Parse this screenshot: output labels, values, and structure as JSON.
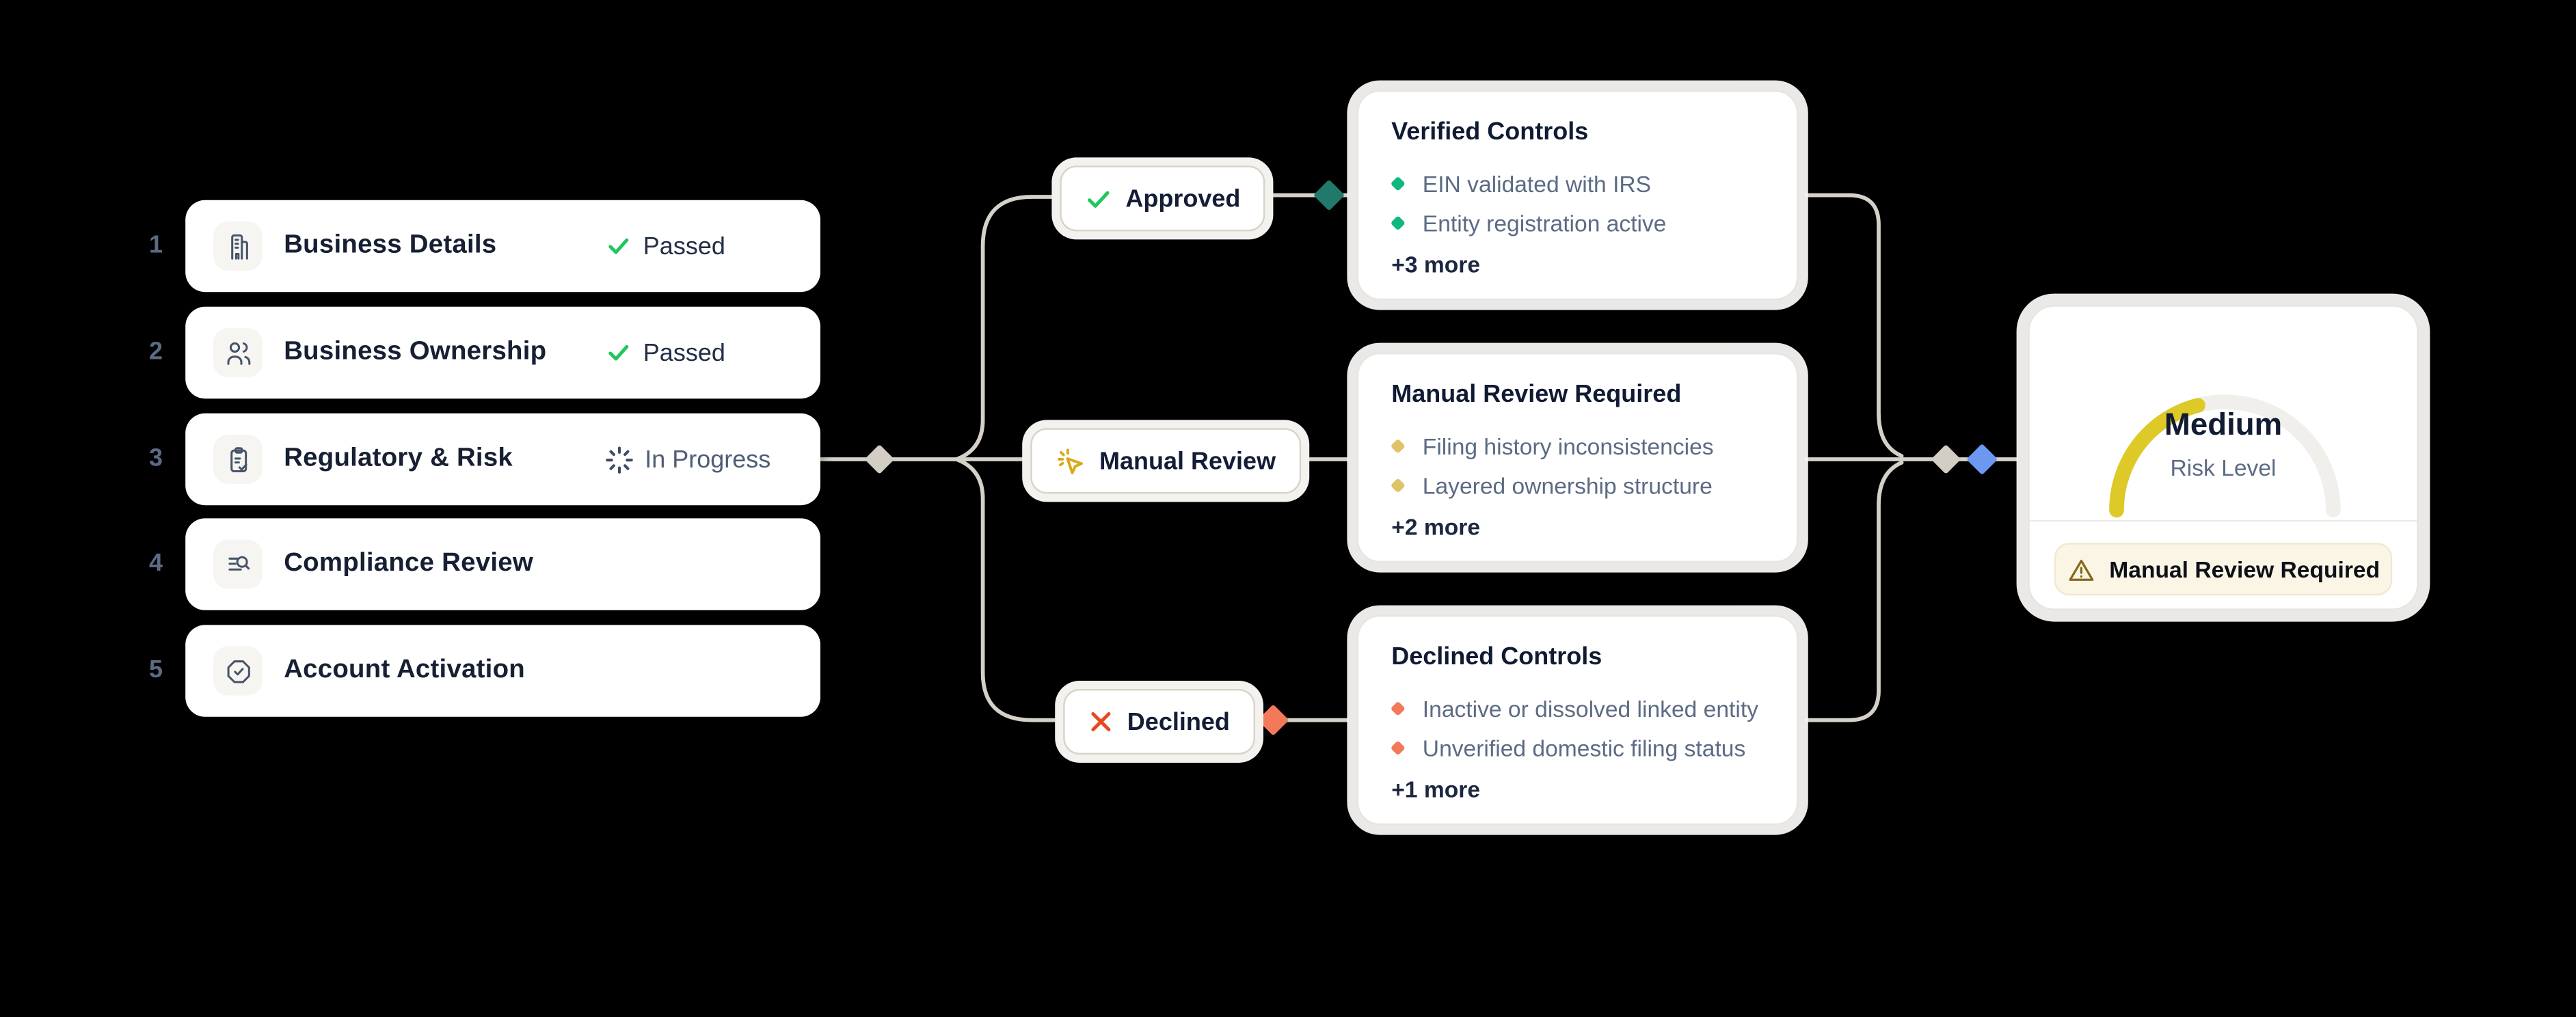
{
  "diagram": {
    "steps": [
      {
        "number": "1",
        "title": "Business Details",
        "status": "Passed",
        "icon": "building-icon"
      },
      {
        "number": "2",
        "title": "Business Ownership",
        "status": "Passed",
        "icon": "users-icon"
      },
      {
        "number": "3",
        "title": "Regulatory & Risk",
        "status": "In Progress",
        "icon": "clipboard-check-icon"
      },
      {
        "number": "4",
        "title": "Compliance Review",
        "status": "",
        "icon": "list-search-icon"
      },
      {
        "number": "5",
        "title": "Account Activation",
        "status": "",
        "icon": "badge-check-icon"
      }
    ],
    "branches": [
      {
        "label": "Approved",
        "icon": "check-icon",
        "accent": "#22c55e"
      },
      {
        "label": "Manual Review",
        "icon": "cursor-click-icon",
        "accent": "#d9a916"
      },
      {
        "label": "Declined",
        "icon": "x-icon",
        "accent": "#e8481c"
      }
    ],
    "outcome_cards": [
      {
        "title": "Verified Controls",
        "bullets": [
          "EIN validated with IRS",
          "Entity registration active"
        ],
        "more": "+3 more",
        "bullet_color": "#10b77f"
      },
      {
        "title": "Manual Review Required",
        "bullets": [
          "Filing history inconsistencies",
          "Layered ownership structure"
        ],
        "more": "+2 more",
        "bullet_color": "#e0c368"
      },
      {
        "title": "Declined Controls",
        "bullets": [
          "Inactive or dissolved linked entity",
          "Unverified domestic filing status"
        ],
        "more": "+1 more",
        "bullet_color": "#f4795b"
      }
    ],
    "risk_card": {
      "level": "Medium",
      "label": "Risk Level",
      "badge": "Manual Review Required",
      "badge_icon": "warning-triangle-icon",
      "gauge_fraction": 0.42,
      "gauge_track_color": "#f0efec",
      "gauge_progress_color": "#ddc928"
    },
    "colors": {
      "line": "#d5d1c8",
      "neutral_diamond": "#d3cec4",
      "approved_diamond": "#20796b",
      "declined_diamond": "#f3795a",
      "result_diamond": "#6d98f1",
      "passed_check": "#22c55e",
      "declined_x": "#e8481c",
      "manual_cursor": "#d9a916"
    }
  }
}
